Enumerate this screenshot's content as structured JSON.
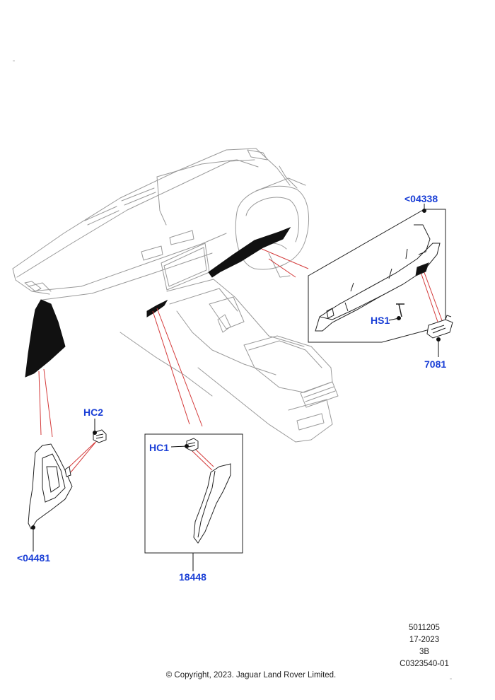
{
  "callouts": {
    "glovebox_assembly": "<04338",
    "screw_hs1": "HS1",
    "latch_7081": "7081",
    "clip_hc2": "HC2",
    "side_panel_left": "<04481",
    "clip_hc1": "HC1",
    "trim_panel_18448": "18448"
  },
  "metadata": {
    "doc_number": "5011205",
    "date": "17-2023",
    "revision": "3B",
    "figure_code": "C0323540-01"
  },
  "copyright": "© Copyright, 2023. Jaguar Land Rover Limited.",
  "colors": {
    "callout_text": "#1a3fd6",
    "leader_line": "#d43a3a",
    "outline": "#222222",
    "outline_faint": "#aaaaaa"
  }
}
